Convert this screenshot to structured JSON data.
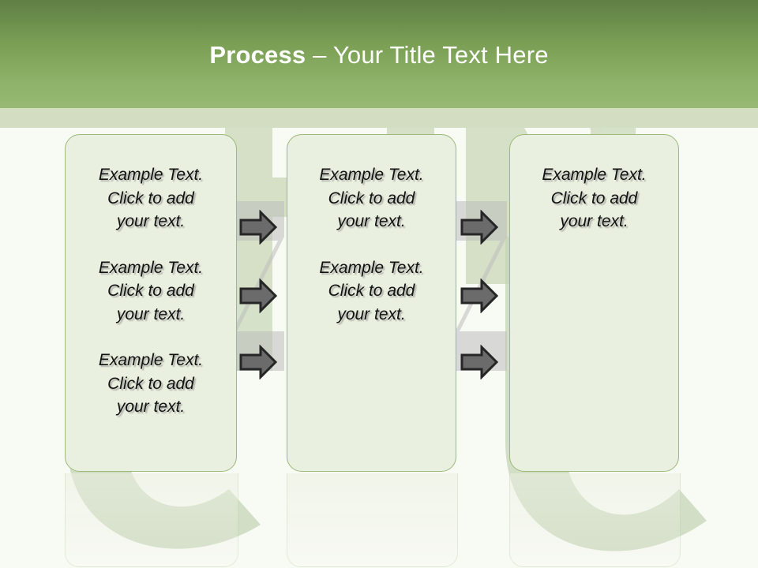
{
  "slide": {
    "title_strong": "Process",
    "title_rest": " – Your Title Text Here",
    "background_color": "#f8faf4",
    "header_gradient_top": "#5f7f45",
    "header_gradient_bottom": "#97b974",
    "header_band_color": "#d2ddc2",
    "title_color": "#ffffff"
  },
  "process": {
    "box_fill": "#eaf0e0",
    "box_border": "#9cb87a",
    "arrow_fill": "#6b6b6b",
    "arrow_stroke": "#2b2b2b",
    "columns": [
      {
        "name": "column-1",
        "blocks": [
          "Example Text.\nClick  to add\nyour text.",
          "Example Text.\nClick  to add\nyour text.",
          "Example Text.\nClick  to add\nyour text."
        ]
      },
      {
        "name": "column-2",
        "blocks": [
          "Example Text.\nClick  to add\nyour text.",
          "Example Text.\nClick  to add\nyour text."
        ]
      },
      {
        "name": "column-3",
        "blocks": [
          "Example Text.\nClick  to add\nyour text."
        ]
      }
    ],
    "arrow_groups": [
      {
        "name": "arrow-group-1-to-2",
        "count": 3
      },
      {
        "name": "arrow-group-2-to-3",
        "count": 3
      }
    ]
  }
}
